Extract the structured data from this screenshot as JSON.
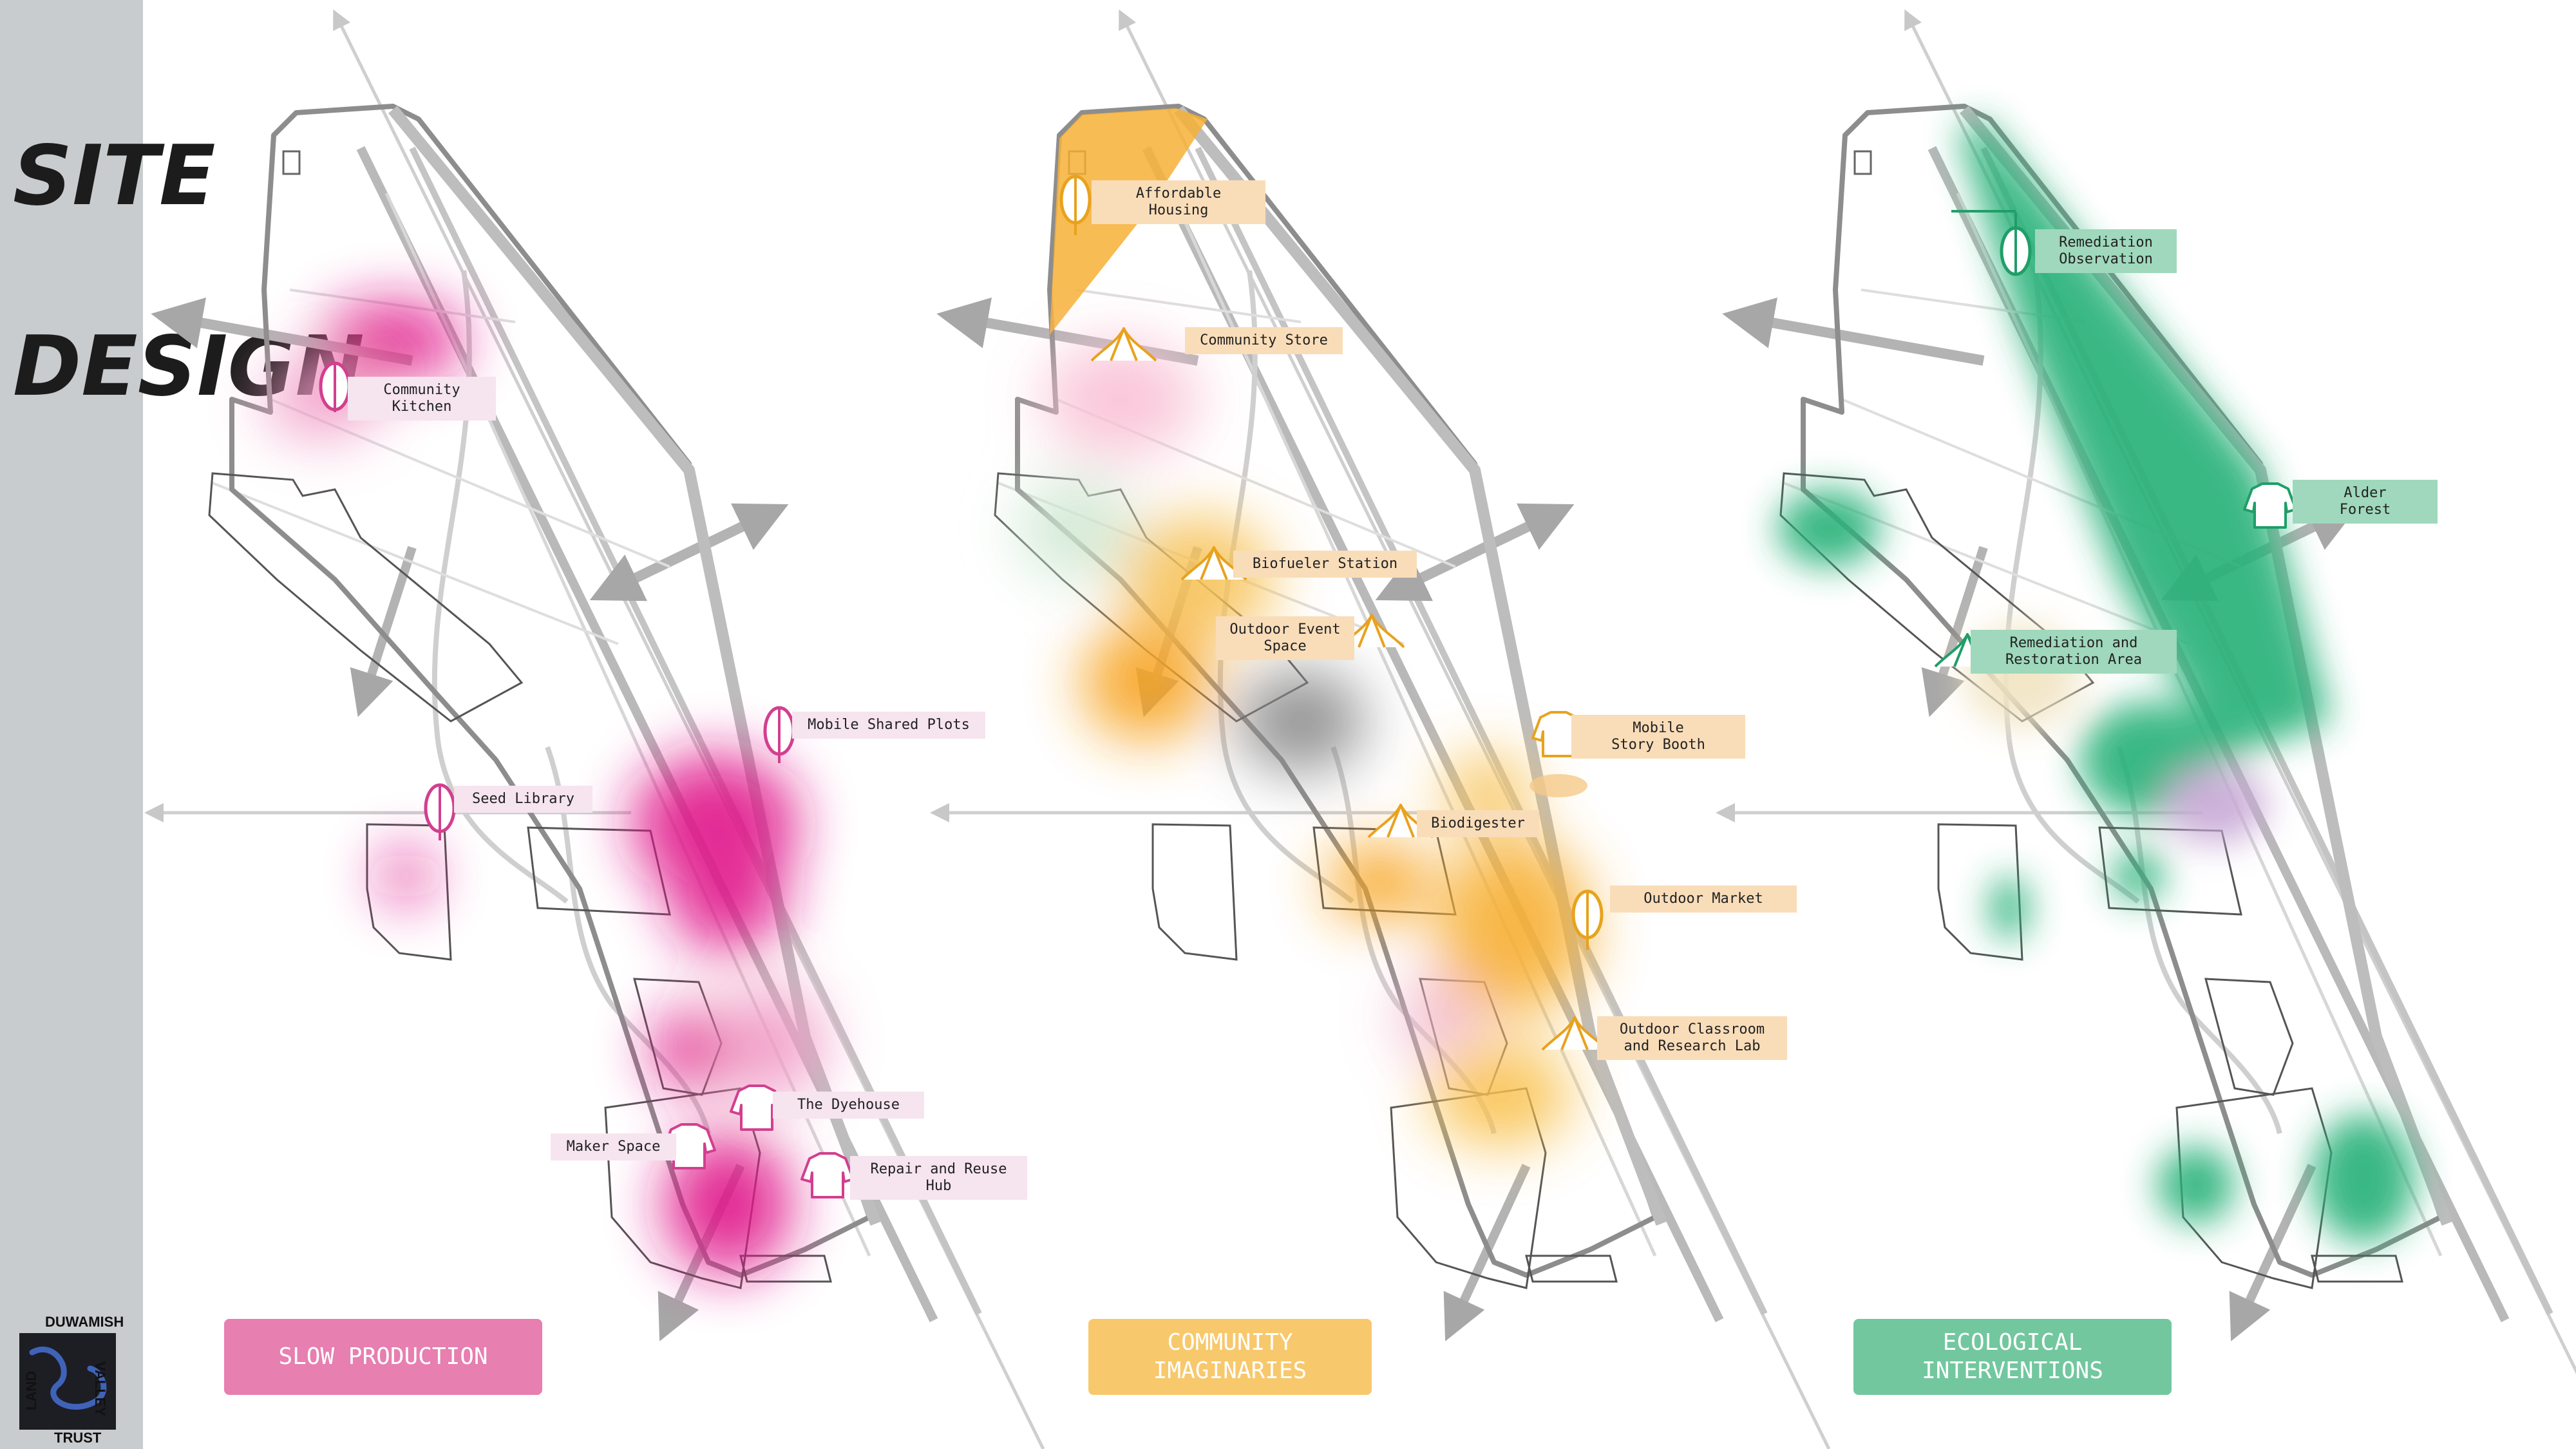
{
  "title": "SITE\n\nDESIGN",
  "logo": {
    "top": "DUWAMISH",
    "right": "VALLEY",
    "left": "LAND",
    "bottom": "TRUST"
  },
  "colors": {
    "pink": "#e0168a",
    "orange": "#f7b036",
    "green": "#2bb27a",
    "legend_pink": "#e77fb0",
    "legend_orange": "#f8c86c",
    "legend_green": "#72c79f",
    "sidebar": "#c9ccce"
  },
  "panels": [
    {
      "legend": "SLOW PRODUCTION",
      "labels": [
        {
          "text": "Community Kitchen",
          "icon": "seed-icon"
        },
        {
          "text": "Mobile Shared Plots",
          "icon": "seed-icon"
        },
        {
          "text": "Seed Library",
          "icon": "seed-icon"
        },
        {
          "text": "The Dyehouse",
          "icon": "sweater-icon"
        },
        {
          "text": "Maker Space",
          "icon": "sweater-icon"
        },
        {
          "text": "Repair and Reuse Hub",
          "icon": "sweater-icon"
        }
      ]
    },
    {
      "legend": "COMMUNITY\nIMAGINARIES",
      "labels": [
        {
          "text": "Affordable Housing",
          "icon": "seed-icon"
        },
        {
          "text": "Community Store",
          "icon": "peel-icon"
        },
        {
          "text": "Biofueler Station",
          "icon": "peel-icon"
        },
        {
          "text": "Outdoor Event\nSpace",
          "icon": "peel-icon"
        },
        {
          "text": "Mobile\nStory Booth",
          "icon": "sweater-icon"
        },
        {
          "text": "Biodigester",
          "icon": "peel-icon"
        },
        {
          "text": "Outdoor Market",
          "icon": "seed-icon"
        },
        {
          "text": "Outdoor Classroom\nand Research Lab",
          "icon": "peel-icon"
        }
      ]
    },
    {
      "legend": "ECOLOGICAL\nINTERVENTIONS",
      "labels": [
        {
          "text": "Remediation\nObservation",
          "icon": "seed-icon"
        },
        {
          "text": "Alder\nForest",
          "icon": "sweater-icon"
        },
        {
          "text": "Remediation and\nRestoration Area",
          "icon": "peel-icon"
        }
      ]
    }
  ]
}
